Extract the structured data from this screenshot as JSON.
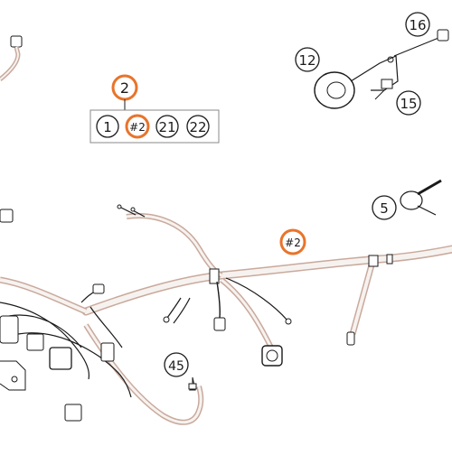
{
  "callouts": {
    "c2_top": "2",
    "c1": "1",
    "c2_sub": "#2",
    "c21": "21",
    "c22": "22",
    "c12": "12",
    "c16": "16",
    "c15": "15",
    "c5": "5",
    "c2_harness": "#2",
    "c45": "45"
  },
  "colors": {
    "highlight": "#e8742b",
    "line": "#1a1a1a",
    "harness_fill": "#f6f2ef",
    "harness_stroke": "#c9a99c"
  }
}
